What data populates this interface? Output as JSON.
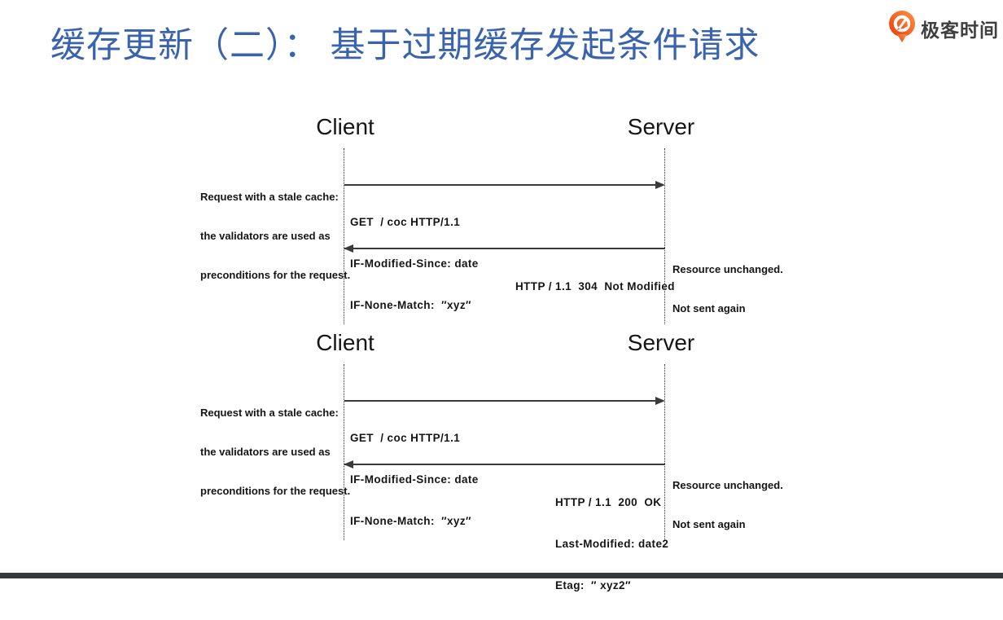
{
  "slide": {
    "title": "缓存更新（二）： 基于过期缓存发起条件请求"
  },
  "brand": {
    "name": "极客时间",
    "icon": "geektime-pin-icon"
  },
  "colors": {
    "title_blue": "#3a63ad",
    "brand_orange": "#f8550f",
    "footer_bar": "#34383b",
    "diagram_ink": "#151515"
  },
  "diagrams": [
    {
      "client_label": "Client",
      "server_label": "Server",
      "request_annotation": {
        "lines": [
          "Request with a stale cache:",
          "the validators are used as",
          "preconditions for the request."
        ]
      },
      "request_message": {
        "lines": [
          "GET  / coc HTTP/1.1",
          "IF-Modified-Since: date",
          "IF-None-Match:  ″xyz″"
        ]
      },
      "response_message": {
        "lines": [
          "HTTP / 1.1  304  Not Modified"
        ]
      },
      "response_annotation": {
        "lines": [
          "Resource unchanged.",
          "Not sent again"
        ]
      }
    },
    {
      "client_label": "Client",
      "server_label": "Server",
      "request_annotation": {
        "lines": [
          "Request with a stale cache:",
          "the validators are used as",
          "preconditions for the request."
        ]
      },
      "request_message": {
        "lines": [
          "GET  / coc HTTP/1.1",
          "IF-Modified-Since: date",
          "IF-None-Match:  ″xyz″"
        ]
      },
      "response_message": {
        "lines": [
          "HTTP / 1.1  200  OK",
          "Last-Modified: date2",
          "Etag:  ″ xyz2″"
        ]
      },
      "response_annotation": {
        "lines": [
          "Resource unchanged.",
          "Not sent again"
        ]
      }
    }
  ]
}
